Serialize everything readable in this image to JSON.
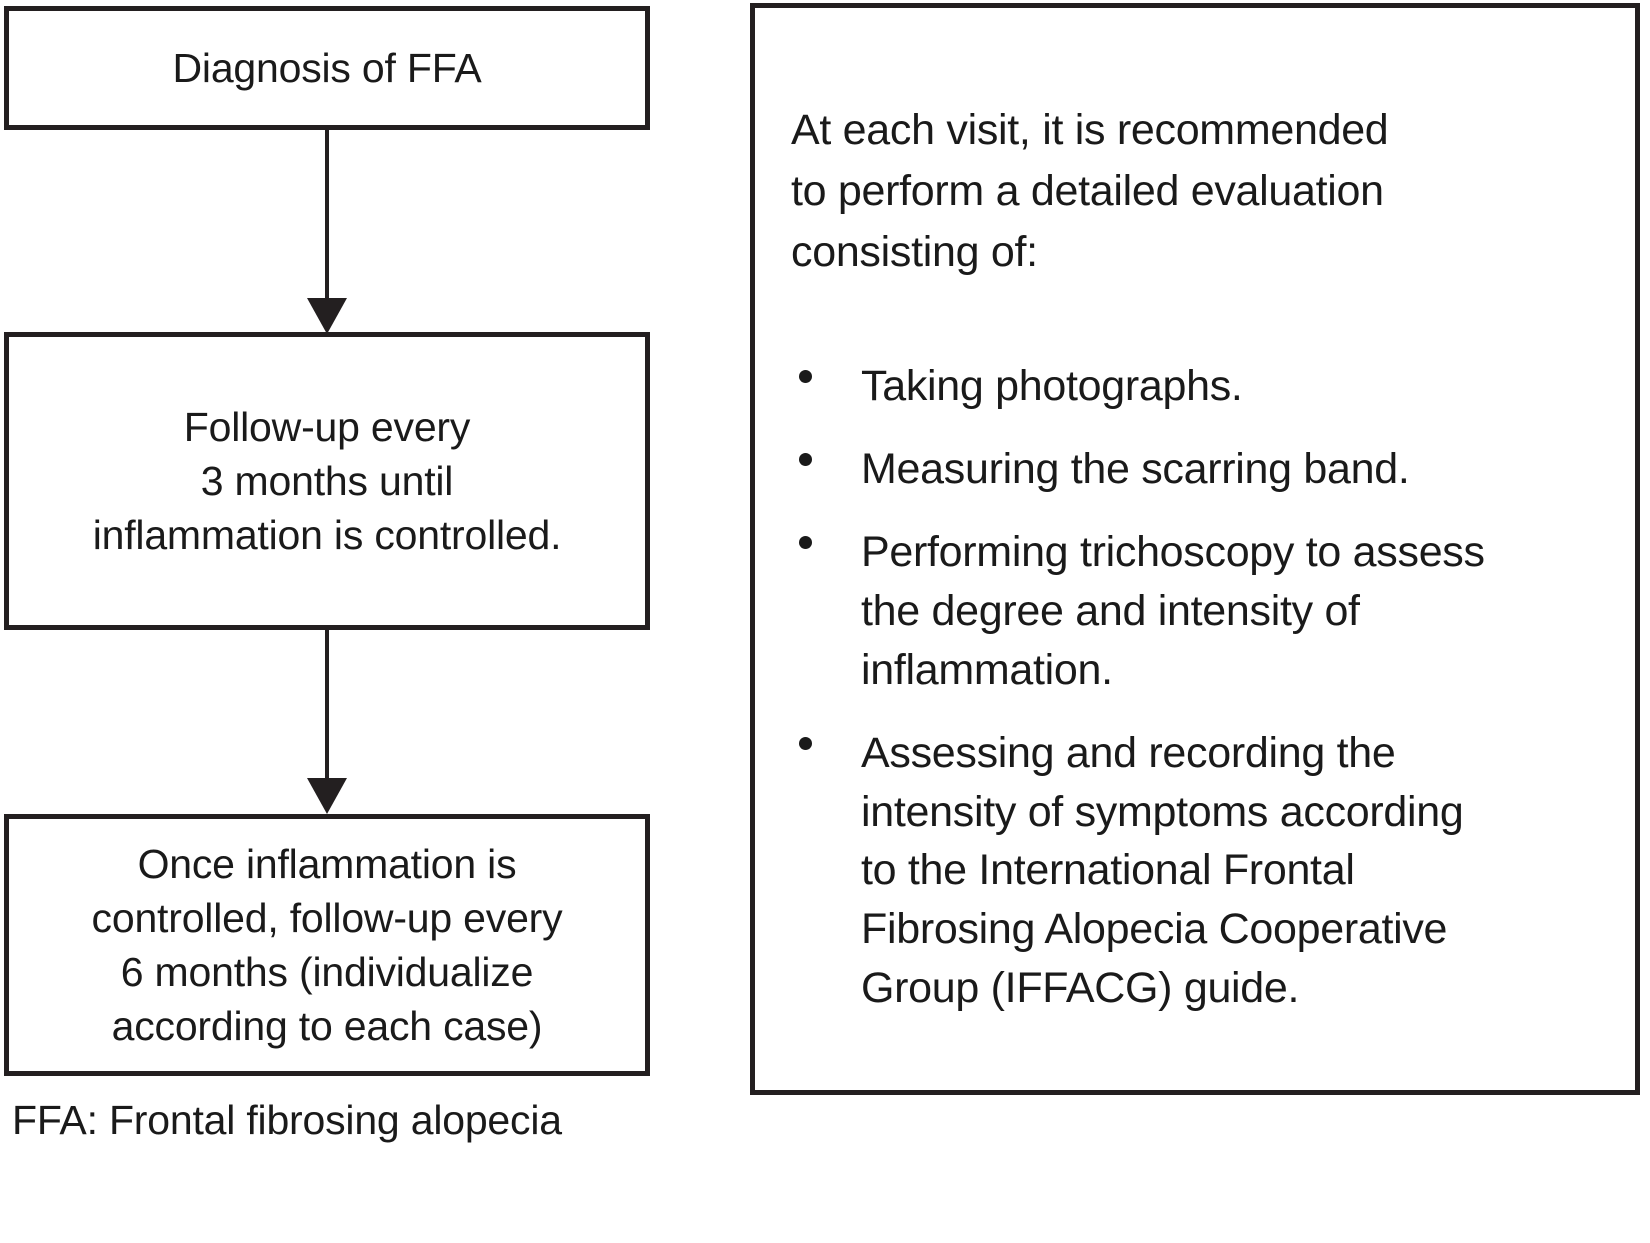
{
  "figure": {
    "flow": {
      "boxes": [
        {
          "id": "diagnosis",
          "text": "Diagnosis of FFA"
        },
        {
          "id": "followup-3-months",
          "text": "Follow-up every\n3 months until\ninflammation is controlled."
        },
        {
          "id": "followup-6-months",
          "text": "Once inflammation is\ncontrolled, follow-up every\n6 months (individualize\naccording to each case)"
        }
      ],
      "connectors": [
        {
          "id": "arrow-diagnosis-to-followup3",
          "direction": "down"
        },
        {
          "id": "arrow-followup3-to-followup6",
          "direction": "down"
        }
      ]
    },
    "footnote": "FFA: Frontal fibrosing alopecia",
    "recommendations": {
      "intro": "At each visit, it is recommended\nto perform a detailed evaluation\nconsisting of:",
      "bullets": [
        {
          "text": "Taking photographs."
        },
        {
          "text": "Measuring the scarring band."
        },
        {
          "text": "Performing trichoscopy to assess\nthe degree and intensity of\ninflammation."
        },
        {
          "text": "Assessing and recording the\nintensity of symptoms according\nto the International Frontal\nFibrosing Alopecia Cooperative\nGroup (IFFACG) guide."
        }
      ]
    },
    "colors": {
      "stroke": "#231f20",
      "text": "#1a1a1a",
      "background": "#ffffff"
    }
  }
}
